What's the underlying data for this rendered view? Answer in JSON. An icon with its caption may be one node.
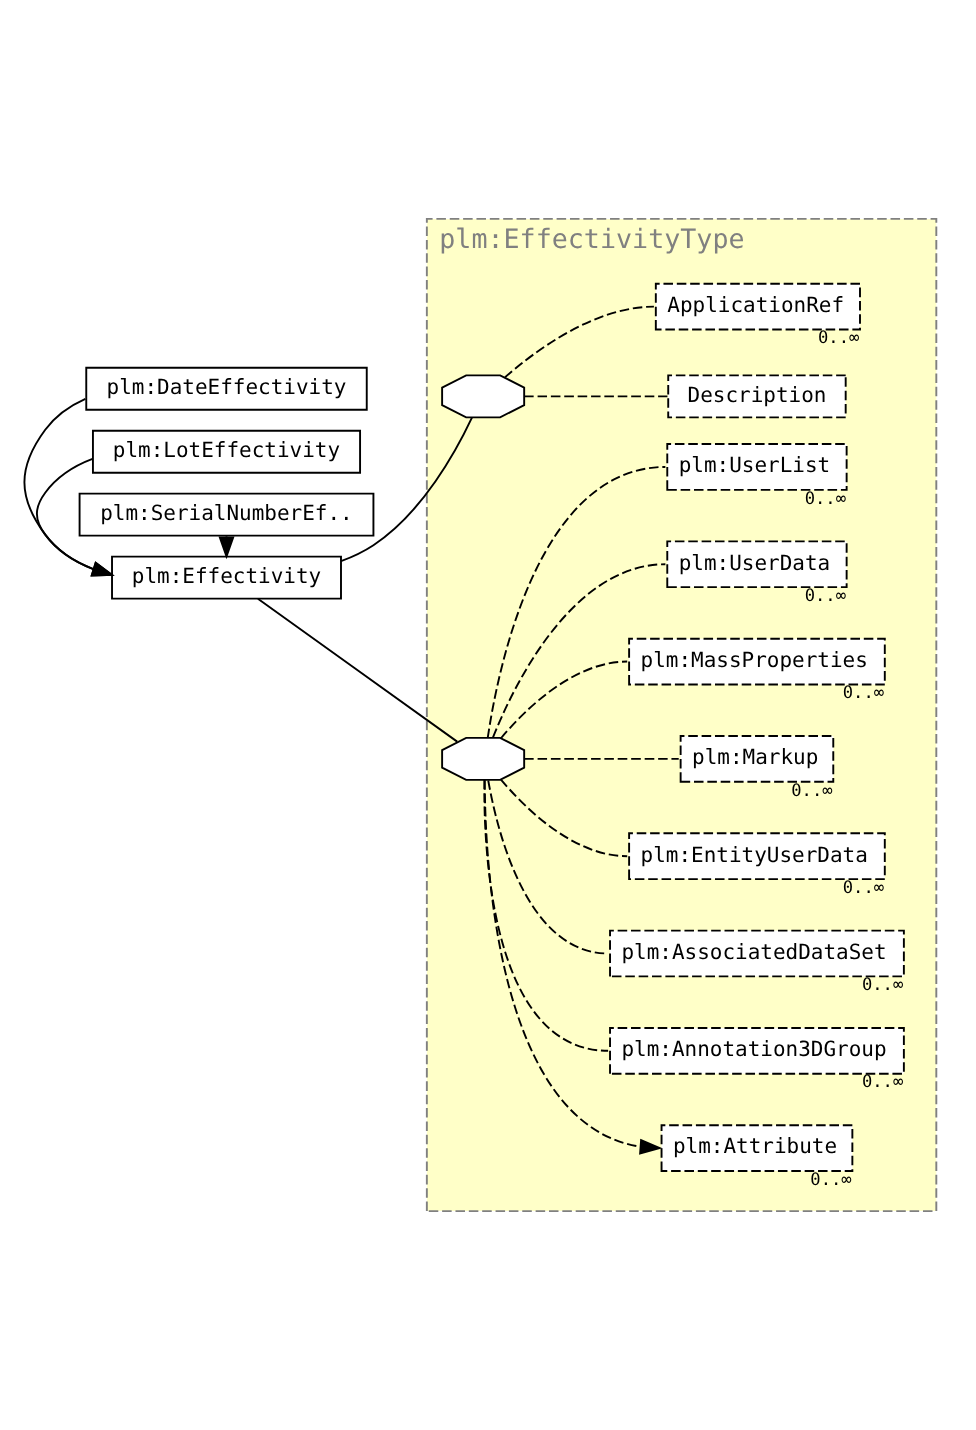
{
  "diagram": {
    "nodes": [
      {
        "text": [
          "plm:Effectivity"
        ]
      },
      {
        "text": [
          "plm:EffectivityType"
        ]
      },
      {
        "text": [],
        "shape": "octagon",
        "in": 1
      },
      {
        "text": [
          "Description"
        ],
        "in": 1
      },
      {
        "text": [
          "ApplicationRef"
        ],
        "in": 1,
        "beside": [
          "0..∞"
        ]
      },
      {
        "text": [],
        "shape": "octagon",
        "in": 1
      },
      {
        "text": [
          "plm:Attribute"
        ],
        "in": 1,
        "beside": [
          "0..∞"
        ]
      },
      {
        "text": [
          "plm:Annotation3DGroup"
        ],
        "in": 1,
        "beside": [
          "0..∞"
        ]
      },
      {
        "text": [
          "plm:AssociatedDataSet"
        ],
        "in": 1,
        "beside": [
          "0..∞"
        ]
      },
      {
        "text": [
          "plm:EntityUserData"
        ],
        "in": 1,
        "beside": [
          "0..∞"
        ]
      },
      {
        "text": [
          "plm:Markup"
        ],
        "in": 1,
        "beside": [
          "0..∞"
        ]
      },
      {
        "text": [
          "plm:MassProperties"
        ],
        "in": 1,
        "beside": [
          "0..∞"
        ]
      },
      {
        "text": [
          "plm:UserData"
        ],
        "in": 1,
        "beside": [
          "0..∞"
        ]
      },
      {
        "text": [
          "plm:UserList"
        ],
        "in": 1,
        "beside": [
          "0..∞"
        ]
      },
      {
        "text": [
          "plm:DateEffectivity"
        ]
      },
      {
        "text": [
          "plm:LotEffectivity"
        ]
      },
      {
        "text": [
          "plm:SerialNumberEf.."
        ]
      }
    ],
    "edges": [
      {
        "from": 0,
        "to": 2,
        "arrow": "none"
      },
      {
        "from": 0,
        "to": 5,
        "arrow": "none"
      },
      {
        "from": 2,
        "to": 3,
        "arrow": "none",
        "style": "dashed"
      },
      {
        "from": 2,
        "to": 4,
        "arrow": "none",
        "style": "dashed"
      },
      {
        "from": 5,
        "to": 6,
        "arrow": "to",
        "style": "dashed"
      },
      {
        "from": 5,
        "to": 7,
        "arrow": "none",
        "style": "dashed"
      },
      {
        "from": 5,
        "to": 8,
        "arrow": "none",
        "style": "dashed"
      },
      {
        "from": 5,
        "to": 9,
        "arrow": "none",
        "style": "dashed"
      },
      {
        "from": 5,
        "to": 10,
        "arrow": "none",
        "style": "dashed"
      },
      {
        "from": 5,
        "to": 11,
        "arrow": "none",
        "style": "dashed"
      },
      {
        "from": 5,
        "to": 12,
        "arrow": "none",
        "style": "dashed"
      },
      {
        "from": 5,
        "to": 13,
        "arrow": "none",
        "style": "dashed"
      },
      {
        "from": 14,
        "to": 0,
        "arrow": "to"
      },
      {
        "from": 15,
        "to": 0,
        "arrow": "to"
      },
      {
        "from": 16,
        "to": 0,
        "arrow": "to"
      }
    ]
  }
}
